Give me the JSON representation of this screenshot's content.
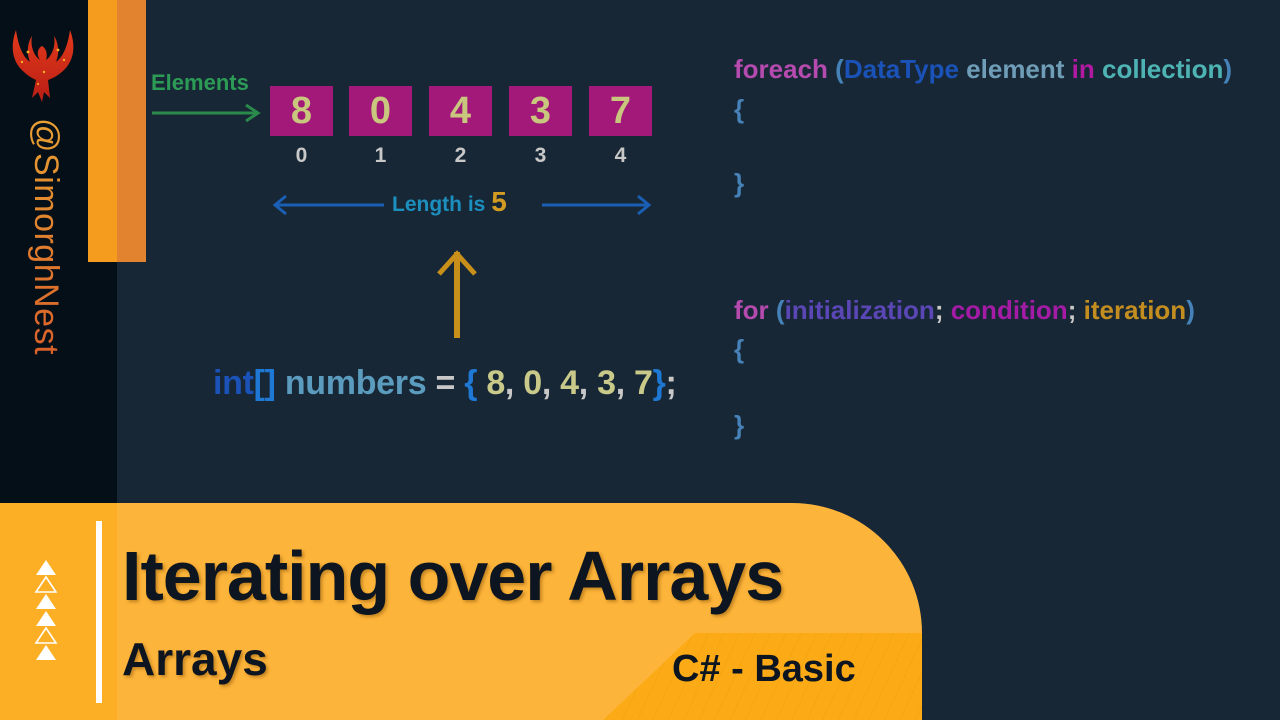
{
  "branding": {
    "channel_handle": "@SimorghNest",
    "logo_icon": "phoenix-logo-icon",
    "accent_colors": [
      "#f59b1d",
      "#e2832f"
    ]
  },
  "diagram": {
    "elements_label": "Elements",
    "array_values": [
      "8",
      "0",
      "4",
      "3",
      "7"
    ],
    "indices": [
      "0",
      "1",
      "2",
      "3",
      "4"
    ],
    "length_text": "Length is",
    "length_value": "5",
    "box_color": "#a3197a"
  },
  "declaration": {
    "type": "int",
    "brackets": "[]",
    "name": "numbers",
    "equals": "=",
    "open_brace": "{",
    "values": [
      "8",
      "0",
      "4",
      "3",
      "7"
    ],
    "close_brace": "}",
    "semicolon": ";"
  },
  "foreach_syntax": {
    "keyword": "foreach",
    "open_paren": "(",
    "datatype": "DataType",
    "element": "element",
    "in_keyword": "in",
    "collection": "collection",
    "close_paren": ")",
    "open_brace": "{",
    "close_brace": "}"
  },
  "for_syntax": {
    "keyword": "for",
    "open_paren": "(",
    "initialization": "initialization",
    "sep1": ";",
    "condition": "condition",
    "sep2": ";",
    "iteration": "iteration",
    "close_paren": ")",
    "open_brace": "{",
    "close_brace": "}"
  },
  "banner": {
    "title": "Iterating over Arrays",
    "subtitle": "Arrays",
    "course": "C# - Basic",
    "triangle_pattern": [
      "filled",
      "outline",
      "filled",
      "filled",
      "outline",
      "filled"
    ],
    "background_color": "#fdb43a"
  }
}
